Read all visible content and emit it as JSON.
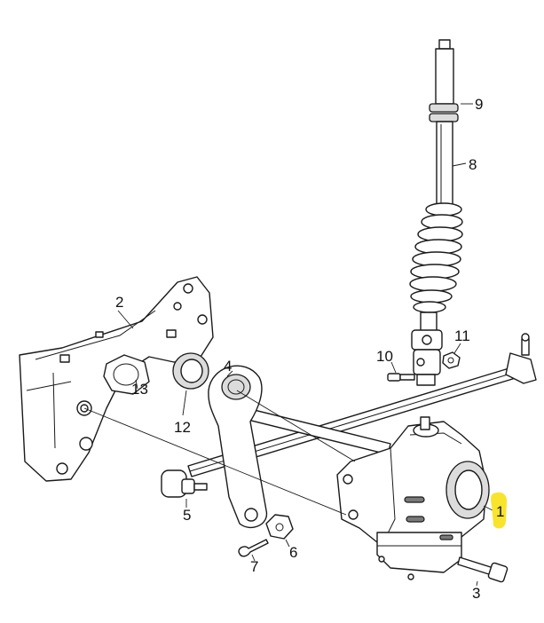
{
  "callouts": [
    {
      "id": "1",
      "label": "1"
    },
    {
      "id": "2",
      "label": "2"
    },
    {
      "id": "3",
      "label": "3"
    },
    {
      "id": "4",
      "label": "4"
    },
    {
      "id": "5",
      "label": "5"
    },
    {
      "id": "6",
      "label": "6"
    },
    {
      "id": "7",
      "label": "7"
    },
    {
      "id": "8",
      "label": "8"
    },
    {
      "id": "9",
      "label": "9"
    },
    {
      "id": "10",
      "label": "10"
    },
    {
      "id": "11",
      "label": "11"
    },
    {
      "id": "12",
      "label": "12"
    },
    {
      "id": "13",
      "label": "13"
    }
  ],
  "highlight": {
    "callout": "1",
    "color": "#f7e21b"
  },
  "colors": {
    "line": "#1a1a1a",
    "shade": "#dcdcdc",
    "dark": "#7a7a7a",
    "background": "#ffffff"
  }
}
